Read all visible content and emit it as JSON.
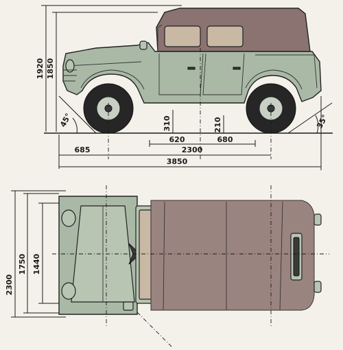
{
  "side_view": {
    "height_total": "1920",
    "height_body": "1850",
    "approach_angle": "45°",
    "departure_angle": "35°",
    "ground_clearance_front": "310",
    "ground_clearance_rear": "210",
    "front_overhang": "685",
    "front_axle_to_ref": "620",
    "rear_axle_to_ref": "680",
    "wheelbase": "2300",
    "overall_length": "3850"
  },
  "top_view": {
    "overall_width": "2300",
    "body_width": "1750",
    "track": "1440"
  },
  "colors": {
    "body": "#a9b9a6",
    "roof": "#8a7370",
    "glass": "#c9b8a4",
    "tire": "#262626"
  }
}
